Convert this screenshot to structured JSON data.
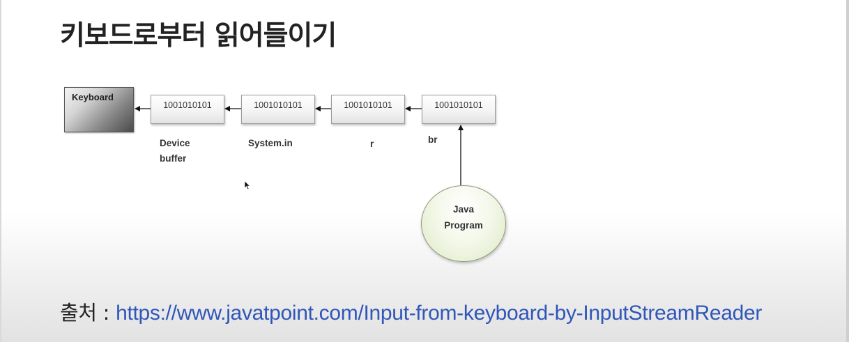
{
  "slide": {
    "title": "키보드로부터 읽어들이기"
  },
  "diagram": {
    "keyboard_label": "Keyboard",
    "buffers": [
      {
        "bits": "1001010101",
        "label_lines": [
          "Device",
          "buffer"
        ]
      },
      {
        "bits": "1001010101",
        "label_lines": [
          "System.in"
        ]
      },
      {
        "bits": "1001010101",
        "label_lines": [
          "r"
        ]
      },
      {
        "bits": "1001010101",
        "label_lines": [
          "br"
        ]
      }
    ],
    "program_label_lines": [
      "Java",
      "Program"
    ]
  },
  "source": {
    "prefix": "출처 : ",
    "url": "https://www.javatpoint.com/Input-from-keyboard-by-InputStreamReader"
  }
}
